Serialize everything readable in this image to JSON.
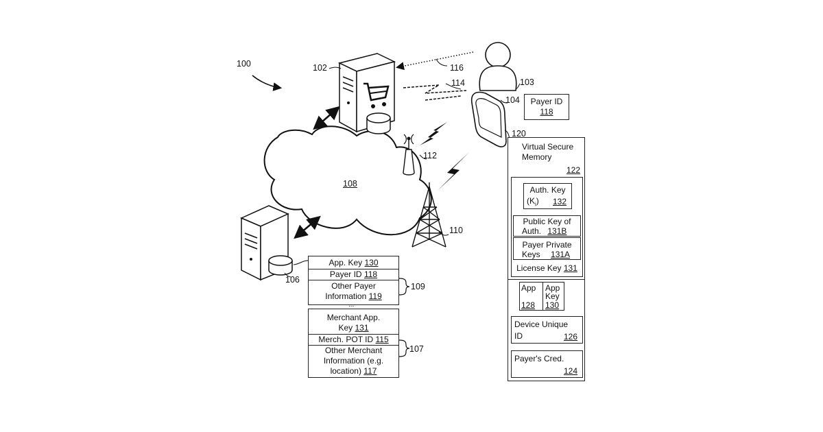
{
  "ref_labels": {
    "system": "100",
    "merchant_server": "102",
    "payer": "103",
    "payer_device": "104",
    "issuer_server": "106",
    "merchant_records": "107",
    "network": "108",
    "payer_records": "109",
    "cell_tower": "110",
    "access_point": "112",
    "link_114": "114",
    "link_116": "116",
    "device_connector": "120"
  },
  "payer_id_box": {
    "line1": "Payer ID",
    "ref": "118"
  },
  "payer_records": {
    "app_key": "App. Key",
    "app_key_ref": "130",
    "payer_id": "Payer ID",
    "payer_id_ref": "118",
    "other_line1": "Other Payer",
    "other_line2": "Information",
    "other_ref": "119"
  },
  "merchant_records": {
    "app_key_line1": "Merchant App.",
    "app_key_line2": "Key",
    "app_key_ref": "131",
    "pot_id": "Merch. POT ID",
    "pot_id_ref": "115",
    "other_line1": "Other Merchant",
    "other_line2": "Information (e.g.",
    "other_line3": "location)",
    "other_ref": "117"
  },
  "secure_memory": {
    "title_line1": "Virtual Secure",
    "title_line2": "Memory",
    "ref": "122",
    "auth_key_line1": "Auth. Key",
    "auth_key_sym": "(K",
    "auth_key_sub": "i",
    "auth_key_close": ")",
    "auth_key_ref": "132",
    "pub_key_line1": "Public Key of",
    "pub_key_line2": "Auth.",
    "pub_key_ref": "131B",
    "priv_key_line1": "Payer Private",
    "priv_key_line2": "Keys",
    "priv_key_ref": "131A",
    "license_key": "License Key",
    "license_key_ref": "131",
    "app": "App",
    "app_ref": "128",
    "app_key_line1": "App",
    "app_key_line2": "Key",
    "app_key_ref": "130",
    "device_id_line1": "Device Unique",
    "device_id_line2": "ID",
    "device_id_ref": "126",
    "cred": "Payer's Cred.",
    "cred_ref": "124"
  },
  "ellipsis": "..."
}
